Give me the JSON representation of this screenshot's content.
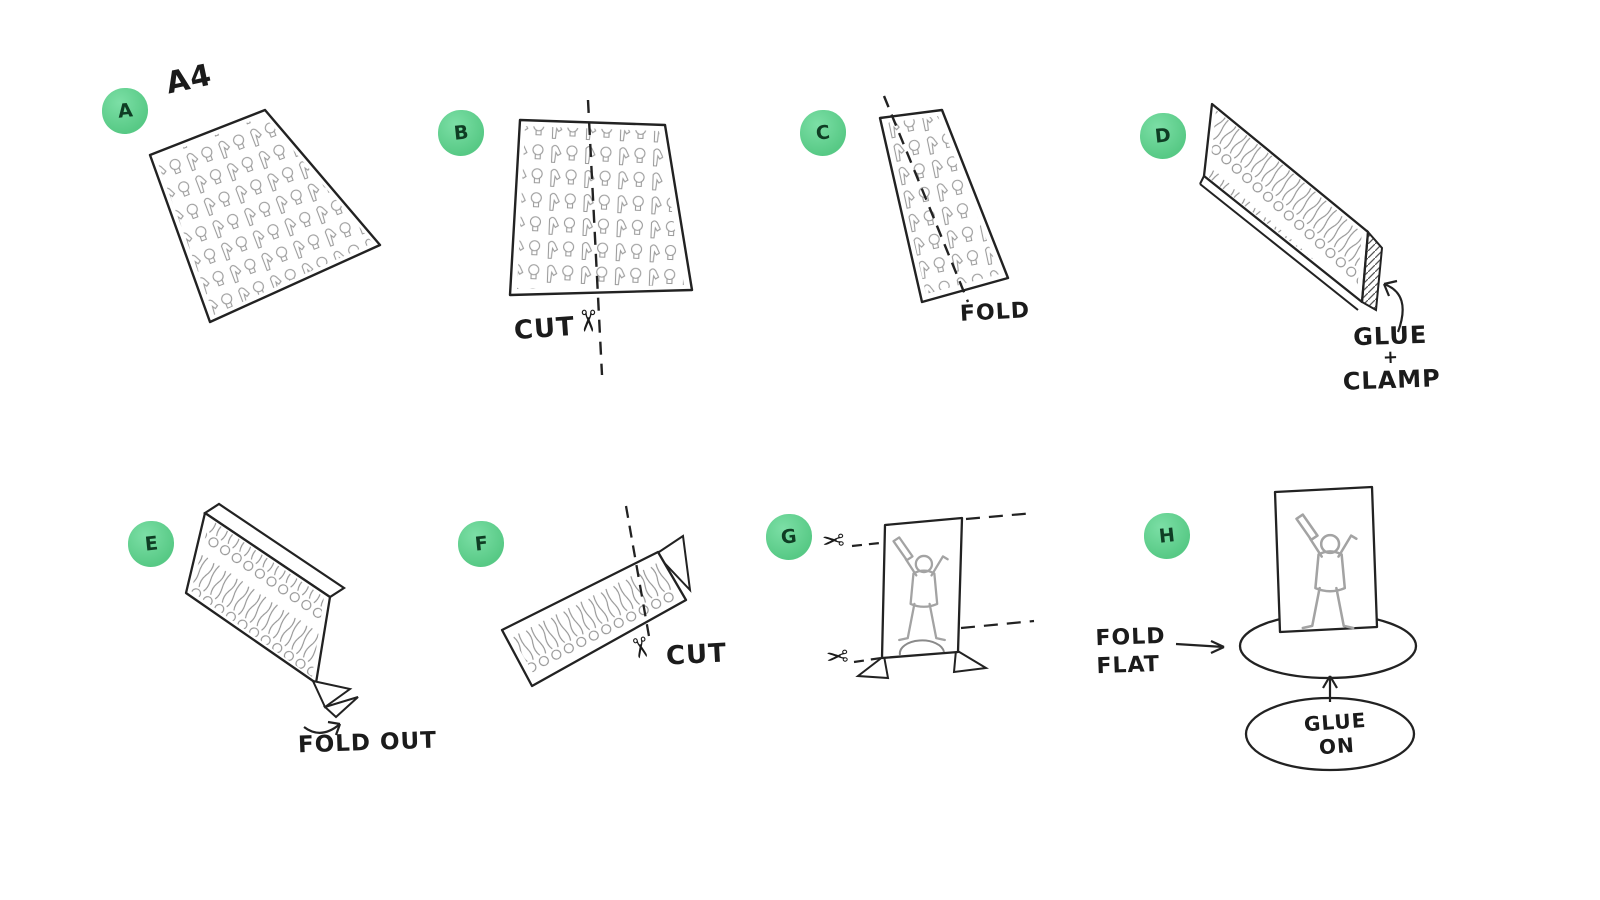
{
  "diagram": {
    "background": "#ffffff",
    "ink": "#222222",
    "pattern_color": "#9b9b9b",
    "figure_outline_color": "#a3a3a3",
    "badge_color": "#5fd08d"
  },
  "icons": {
    "scissors": "✂"
  },
  "steps": {
    "a": {
      "label": "A",
      "sheet_caption": "A4"
    },
    "b": {
      "label": "B",
      "action": "CUT"
    },
    "c": {
      "label": "C",
      "action": "FOLD"
    },
    "d": {
      "label": "D",
      "action_line1": "GLUE",
      "action_line2": "+",
      "action_line3": "CLAMP"
    },
    "e": {
      "label": "E",
      "action": "FOLD OUT"
    },
    "f": {
      "label": "F",
      "action": "CUT"
    },
    "g": {
      "label": "G"
    },
    "h": {
      "label": "H",
      "action1_line1": "FOLD",
      "action1_line2": "FLAT",
      "action2_line1": "GLUE",
      "action2_line2": "ON"
    }
  }
}
